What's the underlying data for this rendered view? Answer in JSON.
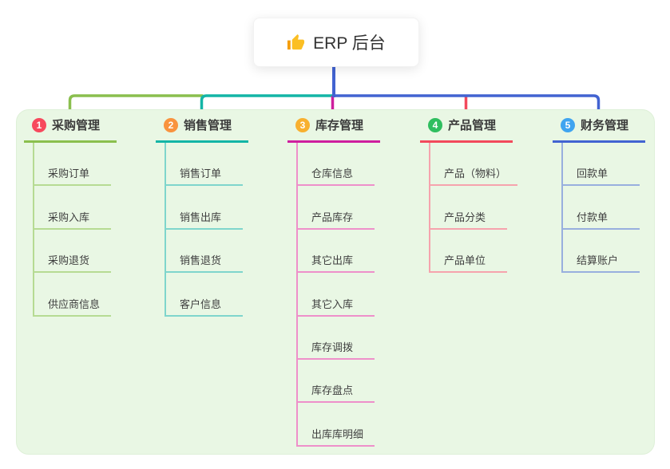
{
  "root": {
    "label": "ERP 后台",
    "icon": "thumbs-up-icon"
  },
  "colors": {
    "root_line": "#4263d1",
    "panel_bg": "#e9f7e4",
    "panel_border": "#def0d8",
    "icon_yellow": "#fbbf24",
    "icon_yellow_dark": "#f59e0b"
  },
  "branches": [
    {
      "badge": "1",
      "badge_color": "#f7495d",
      "line_color": "#8abf4e",
      "light_color": "#b6db93",
      "label": "采购管理",
      "children": [
        "采购订单",
        "采购入库",
        "采购退货",
        "供应商信息"
      ]
    },
    {
      "badge": "2",
      "badge_color": "#f9933e",
      "line_color": "#13b5a6",
      "light_color": "#7fd5cc",
      "label": "销售管理",
      "children": [
        "销售订单",
        "销售出库",
        "销售退货",
        "客户信息"
      ]
    },
    {
      "badge": "3",
      "badge_color": "#f8b02f",
      "line_color": "#ce1f9e",
      "light_color": "#ee90ca",
      "label": "库存管理",
      "children": [
        "仓库信息",
        "产品库存",
        "其它出库",
        "其它入库",
        "库存调拨",
        "库存盘点",
        "出库库明细"
      ]
    },
    {
      "badge": "4",
      "badge_color": "#2fbe5f",
      "line_color": "#f2495c",
      "light_color": "#f6a3ad",
      "label": "产品管理",
      "children": [
        "产品（物料）",
        "产品分类",
        "产品单位"
      ]
    },
    {
      "badge": "5",
      "badge_color": "#3fa4f0",
      "line_color": "#4263d1",
      "light_color": "#98afde",
      "label": "财务管理",
      "children": [
        "回款单",
        "付款单",
        "结算账户"
      ]
    }
  ]
}
